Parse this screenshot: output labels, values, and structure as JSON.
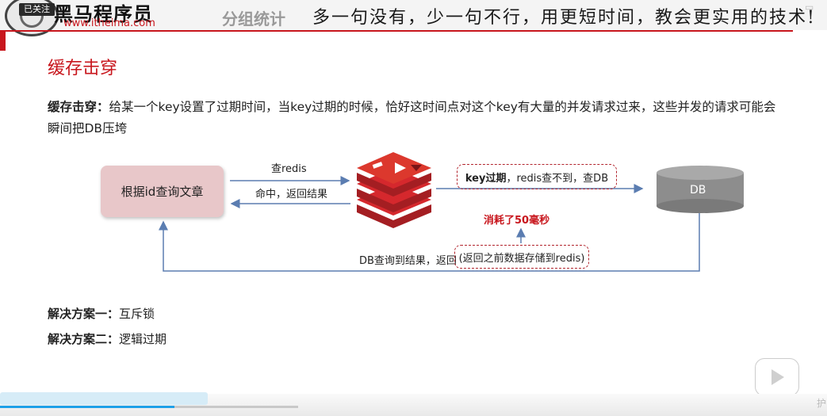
{
  "banner": {
    "follow_label": "已关注",
    "logo_text": "黑马程序员",
    "logo_url": "www.itheima.com",
    "sub_text": "分组统计",
    "slogan": "多一句没有，少一句不行，用更短时间，教会更实用的技术!",
    "corner_icon": "ui-icon"
  },
  "slide": {
    "title": "缓存击穿",
    "desc_term": "缓存击穿：",
    "desc_text": "给某一个key设置了过期时间，当key过期的时候，恰好这时间点对这个key有大量的并发请求过来，这些并发的请求可能会瞬间把DB压垮"
  },
  "diagram": {
    "client_box": "根据id查询文章",
    "query_redis": "查redis",
    "hit_return": "命中，返回结果",
    "expire_prefix": "key过期",
    "expire_rest": "，redis查不到，查DB",
    "db_label": "DB",
    "cost_note": "消耗了50毫秒",
    "db_result": "DB查询到结果，返回",
    "store_note": "(返回之前数据存储到redis)"
  },
  "solutions": [
    {
      "term": "解决方案一：",
      "text": "互斥锁"
    },
    {
      "term": "解决方案二：",
      "text": "逻辑过期"
    }
  ],
  "player": {
    "progress_fraction": 0.585,
    "bottom_mark": "护"
  },
  "colors": {
    "brand_red": "#c8161d",
    "client_box": "#e8c7c9",
    "arrow_blue": "#5b7db1",
    "db_gray": "#8d8d8d",
    "redis_red": "#d5282d"
  }
}
